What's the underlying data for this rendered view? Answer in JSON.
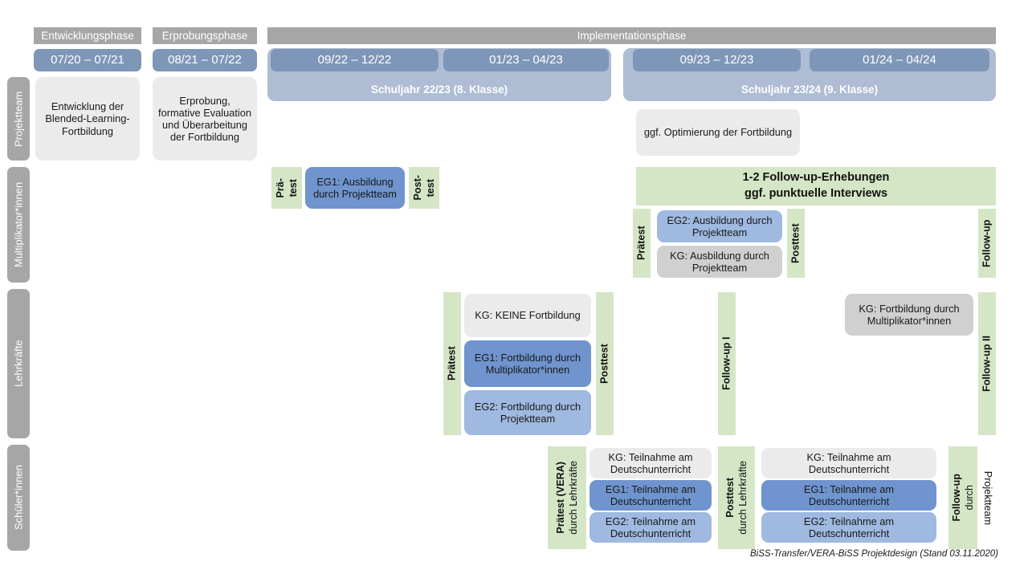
{
  "header": {
    "phases": [
      {
        "label": "Entwicklungsphase"
      },
      {
        "label": "Erprobungsphase"
      },
      {
        "label": "Implementationsphase"
      }
    ],
    "periods": [
      {
        "label": "07/20 – 07/21"
      },
      {
        "label": "08/21 – 07/22"
      },
      {
        "label": "09/22 – 12/22"
      },
      {
        "label": "01/23 – 04/23"
      },
      {
        "label": "09/23 – 12/23"
      },
      {
        "label": "01/24 – 04/24"
      }
    ],
    "school_years": [
      {
        "label": "Schuljahr 22/23 (8. Klasse)"
      },
      {
        "label": "Schuljahr 23/24 (9. Klasse)"
      }
    ]
  },
  "actors": [
    {
      "label": "Projektteam"
    },
    {
      "label": "Multiplikator*innen"
    },
    {
      "label": "Lehrkräfte"
    },
    {
      "label": "Schüler*innen"
    }
  ],
  "projektteam": {
    "entwicklung": "Entwicklung der Blended-Learning-Fortbildung",
    "erprobung": "Erprobung, formative Evaluation und Überarbeitung der Fortbildung",
    "optimierung": "ggf. Optimierung der Fortbildung"
  },
  "multiplikatoren": {
    "praetest_l1": "Prä-",
    "praetest_l2": "test",
    "eg1": "EG1: Ausbildung durch Projektteam",
    "posttest_l1": "Post-",
    "posttest_l2": "test",
    "banner_l1": "1-2 Follow-up-Erhebungen",
    "banner_l2": "ggf. punktuelle Interviews",
    "praetest2": "Prätest",
    "eg2": "EG2: Ausbildung durch Projektteam",
    "kg": "KG: Ausbildung durch Projektteam",
    "posttest2": "Posttest",
    "followup": "Follow-up"
  },
  "lehrkraefte": {
    "praetest": "Prätest",
    "kg": "KG:  KEINE Fortbildung",
    "eg1": "EG1: Fortbildung durch Multiplikator*innen",
    "eg2": "EG2: Fortbildung durch Projektteam",
    "posttest": "Posttest",
    "followup1": "Follow-up I",
    "kg2": "KG: Fortbildung durch Multiplikator*innen",
    "followup2": "Follow-up II"
  },
  "schueler": {
    "praetest_main": "Prätest (VERA)",
    "praetest_sub": "durch Lehrkräfte",
    "kg1": "KG: Teilnahme am Deutschunterricht",
    "eg1_1": "EG1: Teilnahme am Deutschunterricht",
    "eg2_1": "EG2: Teilnahme am Deutschunterricht",
    "posttest_main": "Posttest",
    "posttest_sub": "durch Lehrkräfte",
    "kg2": "KG: Teilnahme am Deutschunterricht",
    "eg1_2": "EG1: Teilnahme am Deutschunterricht",
    "eg2_2": "EG2: Teilnahme am Deutschunterricht",
    "followup_main": "Follow-up",
    "followup_sub1": "durch",
    "followup_sub2": "Projektteam"
  },
  "footer": {
    "text": "BiSS-Transfer/VERA-BiSS Projektdesign (Stand 03.11.2020)"
  },
  "colors": {
    "grey_header": "#a6a6a6",
    "period_blue": "#7e96b8",
    "schoolyear_blue": "#aebdd4",
    "card_grey": "#ebebeb",
    "card_grey_dark": "#d0d0d0",
    "blue_dark": "#6f94ce",
    "blue_mid": "#9fb9e0",
    "green": "#d5e6c6"
  }
}
